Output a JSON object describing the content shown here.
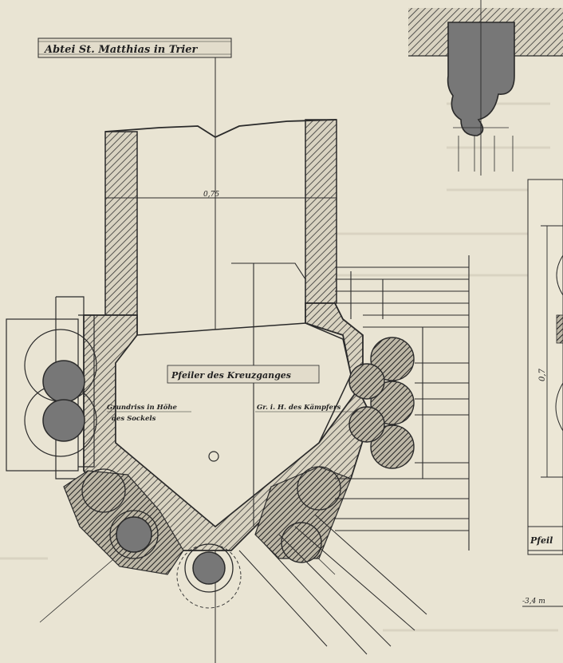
{
  "labels": {
    "title": "Abtei St. Matthias in Trier",
    "center_caption": "Pfeiler des Kreuzganges",
    "left_caption_line1": "Grundriss in Höhe",
    "left_caption_line2": "des Sockels",
    "right_caption": "Gr. i. H. des Kämpfers",
    "dim_top": "0,75",
    "dim_right": "0,7",
    "partial_right": "Pfeil",
    "partial_bottom_right": "-3,4 m"
  },
  "colors": {
    "paper": "#e9e4d3",
    "ink": "#2a2a2a",
    "fill": "#777777"
  }
}
